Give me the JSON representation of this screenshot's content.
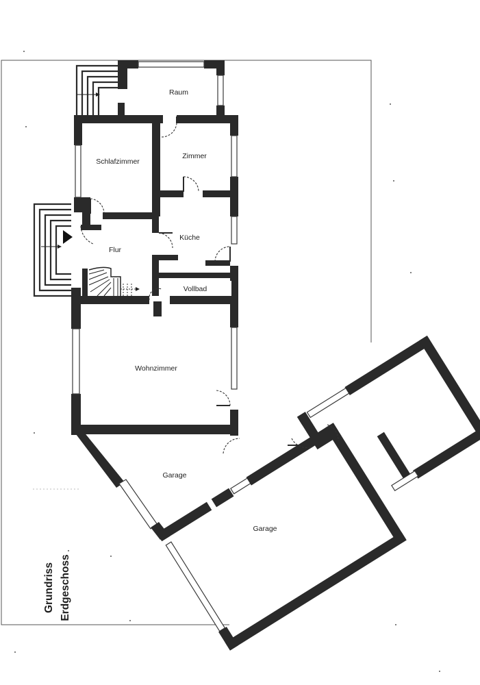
{
  "title": {
    "line1": "Grundriss",
    "line2": "Erdgeschoss"
  },
  "rooms": {
    "raum": "Raum",
    "zimmer": "Zimmer",
    "schlafzimmer": "Schlafzimmer",
    "kueche": "Küche",
    "flur": "Flur",
    "vollbad": "Vollbad",
    "wohnzimmer": "Wohnzimmer",
    "garage_1": "Garage",
    "garage_2": "Garage"
  },
  "colors": {
    "wall": "#2a2a2a",
    "background": "#ffffff"
  }
}
